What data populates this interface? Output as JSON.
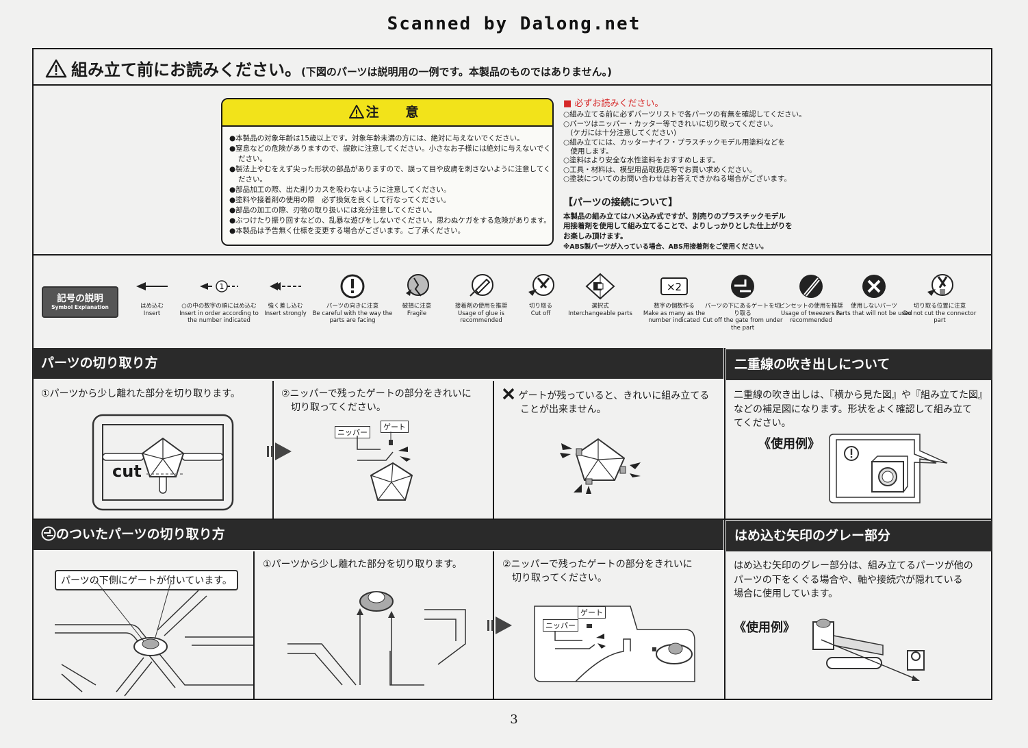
{
  "watermark": "Scanned by Dalong.net",
  "header": {
    "title": "組み立て前にお読みください。",
    "subtitle": "(下図のパーツは説明用の一例です。本製品のものではありません。)"
  },
  "caution": {
    "title": "注　意",
    "items": [
      "●本製品の対象年齢は15歳以上です。対象年齢未満の方には、絶対に与えないでください。",
      "●窒息などの危険がありますので、誤飲に注意してください。小さなお子様には絶対に与えないでください。",
      "●製法上やむをえず尖った形状の部品がありますので、誤って目や皮膚を刺さないように注意してください。",
      "●部品加工の際、出た削りカスを吸わないように注意してください。",
      "●塗料や接着剤の使用の際　必ず換気を良くして行なってください。",
      "●部品の加工の際、刃物の取り扱いには充分注意してください。",
      "●ぶつけたり振り回すなどの、乱暴な遊びをしないでください。思わぬケガをする危険があります。",
      "●本製品は予告無く仕様を変更する場合がございます。ご了承ください。"
    ]
  },
  "must_read": {
    "title": "■ 必ずお読みください。",
    "items": [
      "○組み立てる前に必ずパーツリストで各パーツの有無を確認してください。",
      "○パーツはニッパー・カッター等できれいに切り取ってください。",
      "　(ケガには十分注意してください)",
      "○組み立てには、カッターナイフ・プラスチックモデル用塗料などを",
      "　使用します。",
      "○塗料はより安全な水性塗料をおすすめします。",
      "○工具・材料は、模型用品取扱店等でお買い求めください。",
      "○塗装についてのお問い合わせはお答えできかねる場合がございます。"
    ]
  },
  "connection": {
    "title": "【パーツの接続について】",
    "lines": [
      "本製品の組み立てはハメ込み式ですが、別売りのプラスチックモデル",
      "用接着剤を使用して組み立てることで、よりしっかりとした仕上がりを",
      "お楽しみ頂けます。"
    ],
    "note": "※ABS製パーツが入っている場合、ABS用接着剤をご使用ください。"
  },
  "symbols": {
    "badge_title": "記号の説明",
    "badge_sub": "Symbol Explanation",
    "items": [
      {
        "jp": "はめ込む",
        "en": "Insert",
        "icon": "arrow-left-icon"
      },
      {
        "jp": "○の中の数字の順にはめ込む",
        "en": "Insert in order according to the number indicated",
        "icon": "numbered-arrow-icon"
      },
      {
        "jp": "強く差し込む",
        "en": "Insert strongly",
        "icon": "strong-insert-icon"
      },
      {
        "jp": "パーツの向きに注意",
        "en": "Be careful with the way the parts are facing",
        "icon": "exclamation-icon"
      },
      {
        "jp": "破損に注意",
        "en": "Fragile",
        "icon": "fragile-icon"
      },
      {
        "jp": "接着剤の使用を推奨",
        "en": "Usage of glue is recommended",
        "icon": "glue-icon"
      },
      {
        "jp": "切り取る",
        "en": "Cut off",
        "icon": "nipper-icon"
      },
      {
        "jp": "選択式",
        "en": "Interchangeable parts",
        "icon": "selectable-icon"
      },
      {
        "jp": "数字の個数作る",
        "en": "Make as many as the number indicated",
        "icon": "times-two-icon",
        "badge": "×2"
      },
      {
        "jp": "パーツの下にあるゲートを切り取る",
        "en": "Cut off the gate from under the part",
        "icon": "under-gate-icon"
      },
      {
        "jp": "ピンセットの使用を推奨",
        "en": "Usage of tweezers is recommended",
        "icon": "tweezers-icon"
      },
      {
        "jp": "使用しないパーツ",
        "en": "Parts that will not be used",
        "icon": "x-circle-icon"
      },
      {
        "jp": "切り取る位置に注意",
        "en": "Do not cut the connector part",
        "icon": "cut-position-icon"
      }
    ]
  },
  "cutting": {
    "title": "パーツの切り取り方",
    "step1": "①パーツから少し離れた部分を切り取ります。",
    "cut_label": "cut",
    "step2": [
      "②ニッパーで残ったゲートの部分をきれいに",
      "　切り取ってください。"
    ],
    "nipper_label": "ニッパー",
    "gate_label": "ゲート",
    "ng": [
      "ゲートが残っていると、きれいに組み立てる",
      "ことが出来ません。"
    ]
  },
  "double_line": {
    "title": "二重線の吹き出しについて",
    "lines": [
      "二重線の吹き出しは、『横から見た図』や『組み立てた図』",
      "などの補足図になります。形状をよく確認して組み立て",
      "てください。"
    ],
    "example": "《使用例》"
  },
  "under_gate": {
    "title": "のついたパーツの切り取り方",
    "callout": "パーツの下側にゲートが付いています。",
    "step1": "①パーツから少し離れた部分を切り取ります。",
    "step2": [
      "②ニッパーで残ったゲートの部分をきれいに",
      "　切り取ってください。"
    ],
    "nipper_label": "ニッパー",
    "gate_label": "ゲート"
  },
  "gray_arrow": {
    "title": "はめ込む矢印のグレー部分",
    "lines": [
      "はめ込む矢印のグレー部分は、組み立てるパーツが他の",
      "パーツの下をくぐる場合や、軸や接続穴が隠れている",
      "場合に使用しています。"
    ],
    "example": "《使用例》"
  },
  "page_number": "3",
  "colors": {
    "caution_band": "#f2e31a",
    "red_text": "#d62828",
    "bar": "#2a2a2a"
  }
}
